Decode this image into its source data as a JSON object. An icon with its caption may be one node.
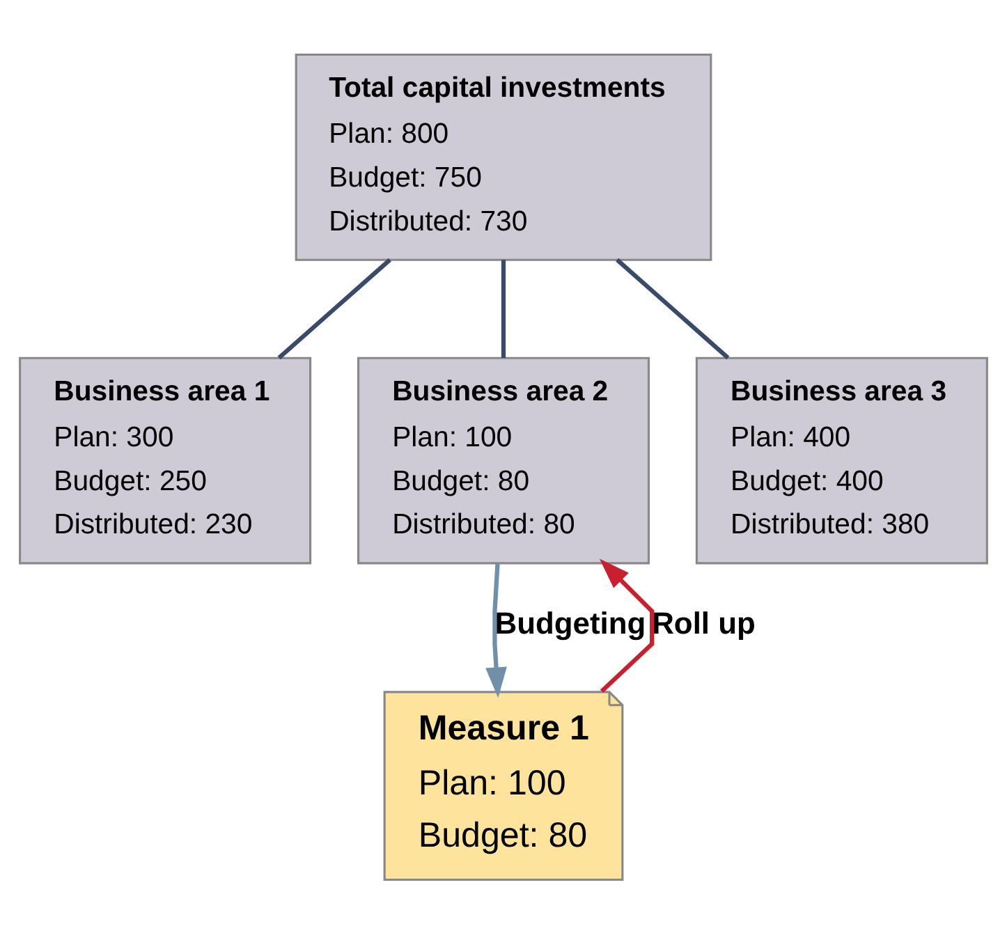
{
  "diagram": {
    "nodes": [
      {
        "text": [
          "Total capital investments",
          "Plan: 800",
          "Budget: 750",
          "Distributed: 730"
        ]
      },
      {
        "text": [
          "Business area 1",
          "Plan: 300",
          "Budget: 250",
          "Distributed: 230"
        ]
      },
      {
        "text": [
          "Business area 2",
          "Plan: 100",
          "Budget: 80",
          "Distributed: 80"
        ]
      },
      {
        "text": [
          "Business area 3",
          "Plan: 400",
          "Budget: 400",
          "Distributed: 380"
        ]
      },
      {
        "text": [
          "Measure 1",
          "Plan: 100",
          "Budget: 80"
        ]
      }
    ],
    "edges": [
      {
        "from": 0,
        "to": 1,
        "arrow": "none"
      },
      {
        "from": 0,
        "to": 2,
        "arrow": "none"
      },
      {
        "from": 0,
        "to": 3,
        "arrow": "none"
      },
      {
        "from": 4,
        "to": 2,
        "arrow": "to",
        "label": "Roll up",
        "color": "#c8202e"
      },
      {
        "from": 2,
        "to": 4,
        "arrow": "to",
        "label": "Budgeting",
        "color": "#7090aa"
      }
    ]
  }
}
